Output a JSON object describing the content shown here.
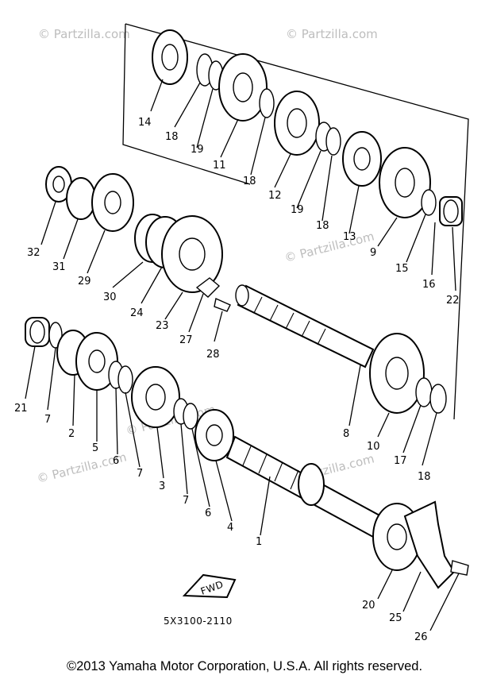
{
  "watermark": "© Partzilla.com",
  "drawing_code": "5X3100-2110",
  "fwd_label": "FWD",
  "copyright": "©2013 Yamaha Motor Corporation, U.S.A. All rights reserved.",
  "callouts": [
    "1",
    "2",
    "3",
    "4",
    "5",
    "6",
    "7",
    "8",
    "9",
    "10",
    "11",
    "12",
    "13",
    "14",
    "15",
    "16",
    "17",
    "18",
    "19",
    "20",
    "21",
    "22",
    "23",
    "24",
    "25",
    "26",
    "27",
    "28",
    "29",
    "30",
    "31",
    "32"
  ]
}
